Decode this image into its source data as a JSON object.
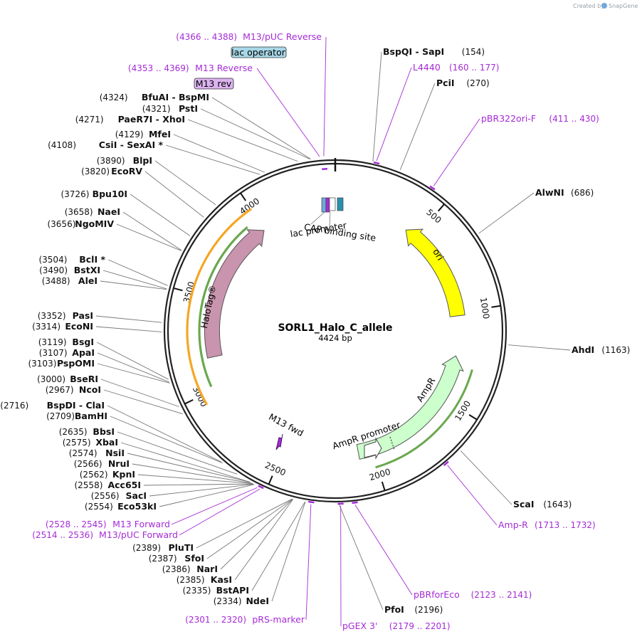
{
  "credit": {
    "prefix": "Created by",
    "brand": "SnapGene"
  },
  "plasmid": {
    "name": "SORL1_Halo_C_allele",
    "size_label": "4424 bp",
    "length": 4424
  },
  "ticks": [
    "500",
    "1000",
    "1500",
    "2000",
    "2500",
    "3000",
    "3500",
    "4000"
  ],
  "features": {
    "ori": "ori",
    "ampr": "AmpR",
    "ampr_promoter": "AmpR promoter",
    "halotag": "HaloTag®",
    "lac_promoter": "lac promoter",
    "cap_site": "CAP binding site",
    "m13_fwd": "M13 fwd",
    "lac_operator": "lac operator",
    "m13_rev": "M13 rev"
  },
  "colors": {
    "ori": "#ffff00",
    "ampr": "#ccffcc",
    "halotag": "#c994ad",
    "primer": "#a52bd6",
    "orange_arrow": "#f5a623",
    "green_arrow": "#6aa84f",
    "lac_operator_box": "#a7d8e8",
    "m13_rev_box": "#dcb3f0"
  },
  "left_enzymes": [
    {
      "pos": "(4324)",
      "name": "BfuAI  - BspMI"
    },
    {
      "pos": "(4321)",
      "name": "PstI"
    },
    {
      "pos": "(4271)",
      "name": "PaeR7I  - XhoI"
    },
    {
      "pos": "(4129)",
      "name": "MfeI"
    },
    {
      "pos": "(4108)",
      "name": "CsiI  - SexAI *"
    },
    {
      "pos": "(3890)",
      "name": "BlpI"
    },
    {
      "pos": "(3820)",
      "name": "EcoRV"
    },
    {
      "pos": "(3726)",
      "name": "Bpu10I"
    },
    {
      "pos": "(3658)",
      "name": "NaeI"
    },
    {
      "pos": "(3656)",
      "name": "NgoMIV"
    },
    {
      "pos": "(3504)",
      "name": "BclI *"
    },
    {
      "pos": "(3490)",
      "name": "BstXI"
    },
    {
      "pos": "(3488)",
      "name": "AleI"
    },
    {
      "pos": "(3352)",
      "name": "PasI"
    },
    {
      "pos": "(3314)",
      "name": "EcoNI"
    },
    {
      "pos": "(3119)",
      "name": "BsgI"
    },
    {
      "pos": "(3107)",
      "name": "ApaI"
    },
    {
      "pos": "(3103)",
      "name": "PspOMI"
    },
    {
      "pos": "(3000)",
      "name": "BseRI"
    },
    {
      "pos": "(2967)",
      "name": "NcoI"
    },
    {
      "pos": "(2716)",
      "name": "BspDI  - ClaI"
    },
    {
      "pos": "(2709)",
      "name": "BamHI"
    },
    {
      "pos": "(2635)",
      "name": "BbsI"
    },
    {
      "pos": "(2575)",
      "name": "XbaI"
    },
    {
      "pos": "(2574)",
      "name": "NsiI"
    },
    {
      "pos": "(2566)",
      "name": "NruI"
    },
    {
      "pos": "(2562)",
      "name": "KpnI"
    },
    {
      "pos": "(2558)",
      "name": "Acc65I"
    },
    {
      "pos": "(2556)",
      "name": "SacI"
    },
    {
      "pos": "(2554)",
      "name": "Eco53kI"
    },
    {
      "pos": "(2389)",
      "name": "PluTI"
    },
    {
      "pos": "(2387)",
      "name": "SfoI"
    },
    {
      "pos": "(2386)",
      "name": "NarI"
    },
    {
      "pos": "(2385)",
      "name": "KasI"
    },
    {
      "pos": "(2335)",
      "name": "BstAPI"
    },
    {
      "pos": "(2334)",
      "name": "NdeI"
    }
  ],
  "right_enzymes": [
    {
      "name": "BspQI  - SapI",
      "pos": "(154)"
    },
    {
      "name": "PciI",
      "pos": "(270)"
    },
    {
      "name": "AlwNI",
      "pos": "(686)"
    },
    {
      "name": "AhdI",
      "pos": "(1163)"
    },
    {
      "name": "ScaI",
      "pos": "(1643)"
    },
    {
      "name": "PfoI",
      "pos": "(2196)"
    }
  ],
  "primers_left": [
    {
      "pos": "(4366 .. 4388)",
      "name": "M13/pUC Reverse"
    },
    {
      "pos": "(4353 .. 4369)",
      "name": "M13 Reverse"
    },
    {
      "pos": "(2528 .. 2545)",
      "name": "M13 Forward"
    },
    {
      "pos": "(2514 .. 2536)",
      "name": "M13/pUC Forward"
    },
    {
      "pos": "(2301 .. 2320)",
      "name": "pRS-marker"
    }
  ],
  "primers_right": [
    {
      "name": "L4440",
      "pos": "(160 .. 177)"
    },
    {
      "name": "pBR322ori-F",
      "pos": "(411 .. 430)"
    },
    {
      "name": "Amp-R",
      "pos": "(1713 .. 1732)"
    },
    {
      "name": "pBRforEco",
      "pos": "(2123 .. 2141)"
    },
    {
      "name": "pGEX 3'",
      "pos": "(2179 .. 2201)"
    }
  ]
}
